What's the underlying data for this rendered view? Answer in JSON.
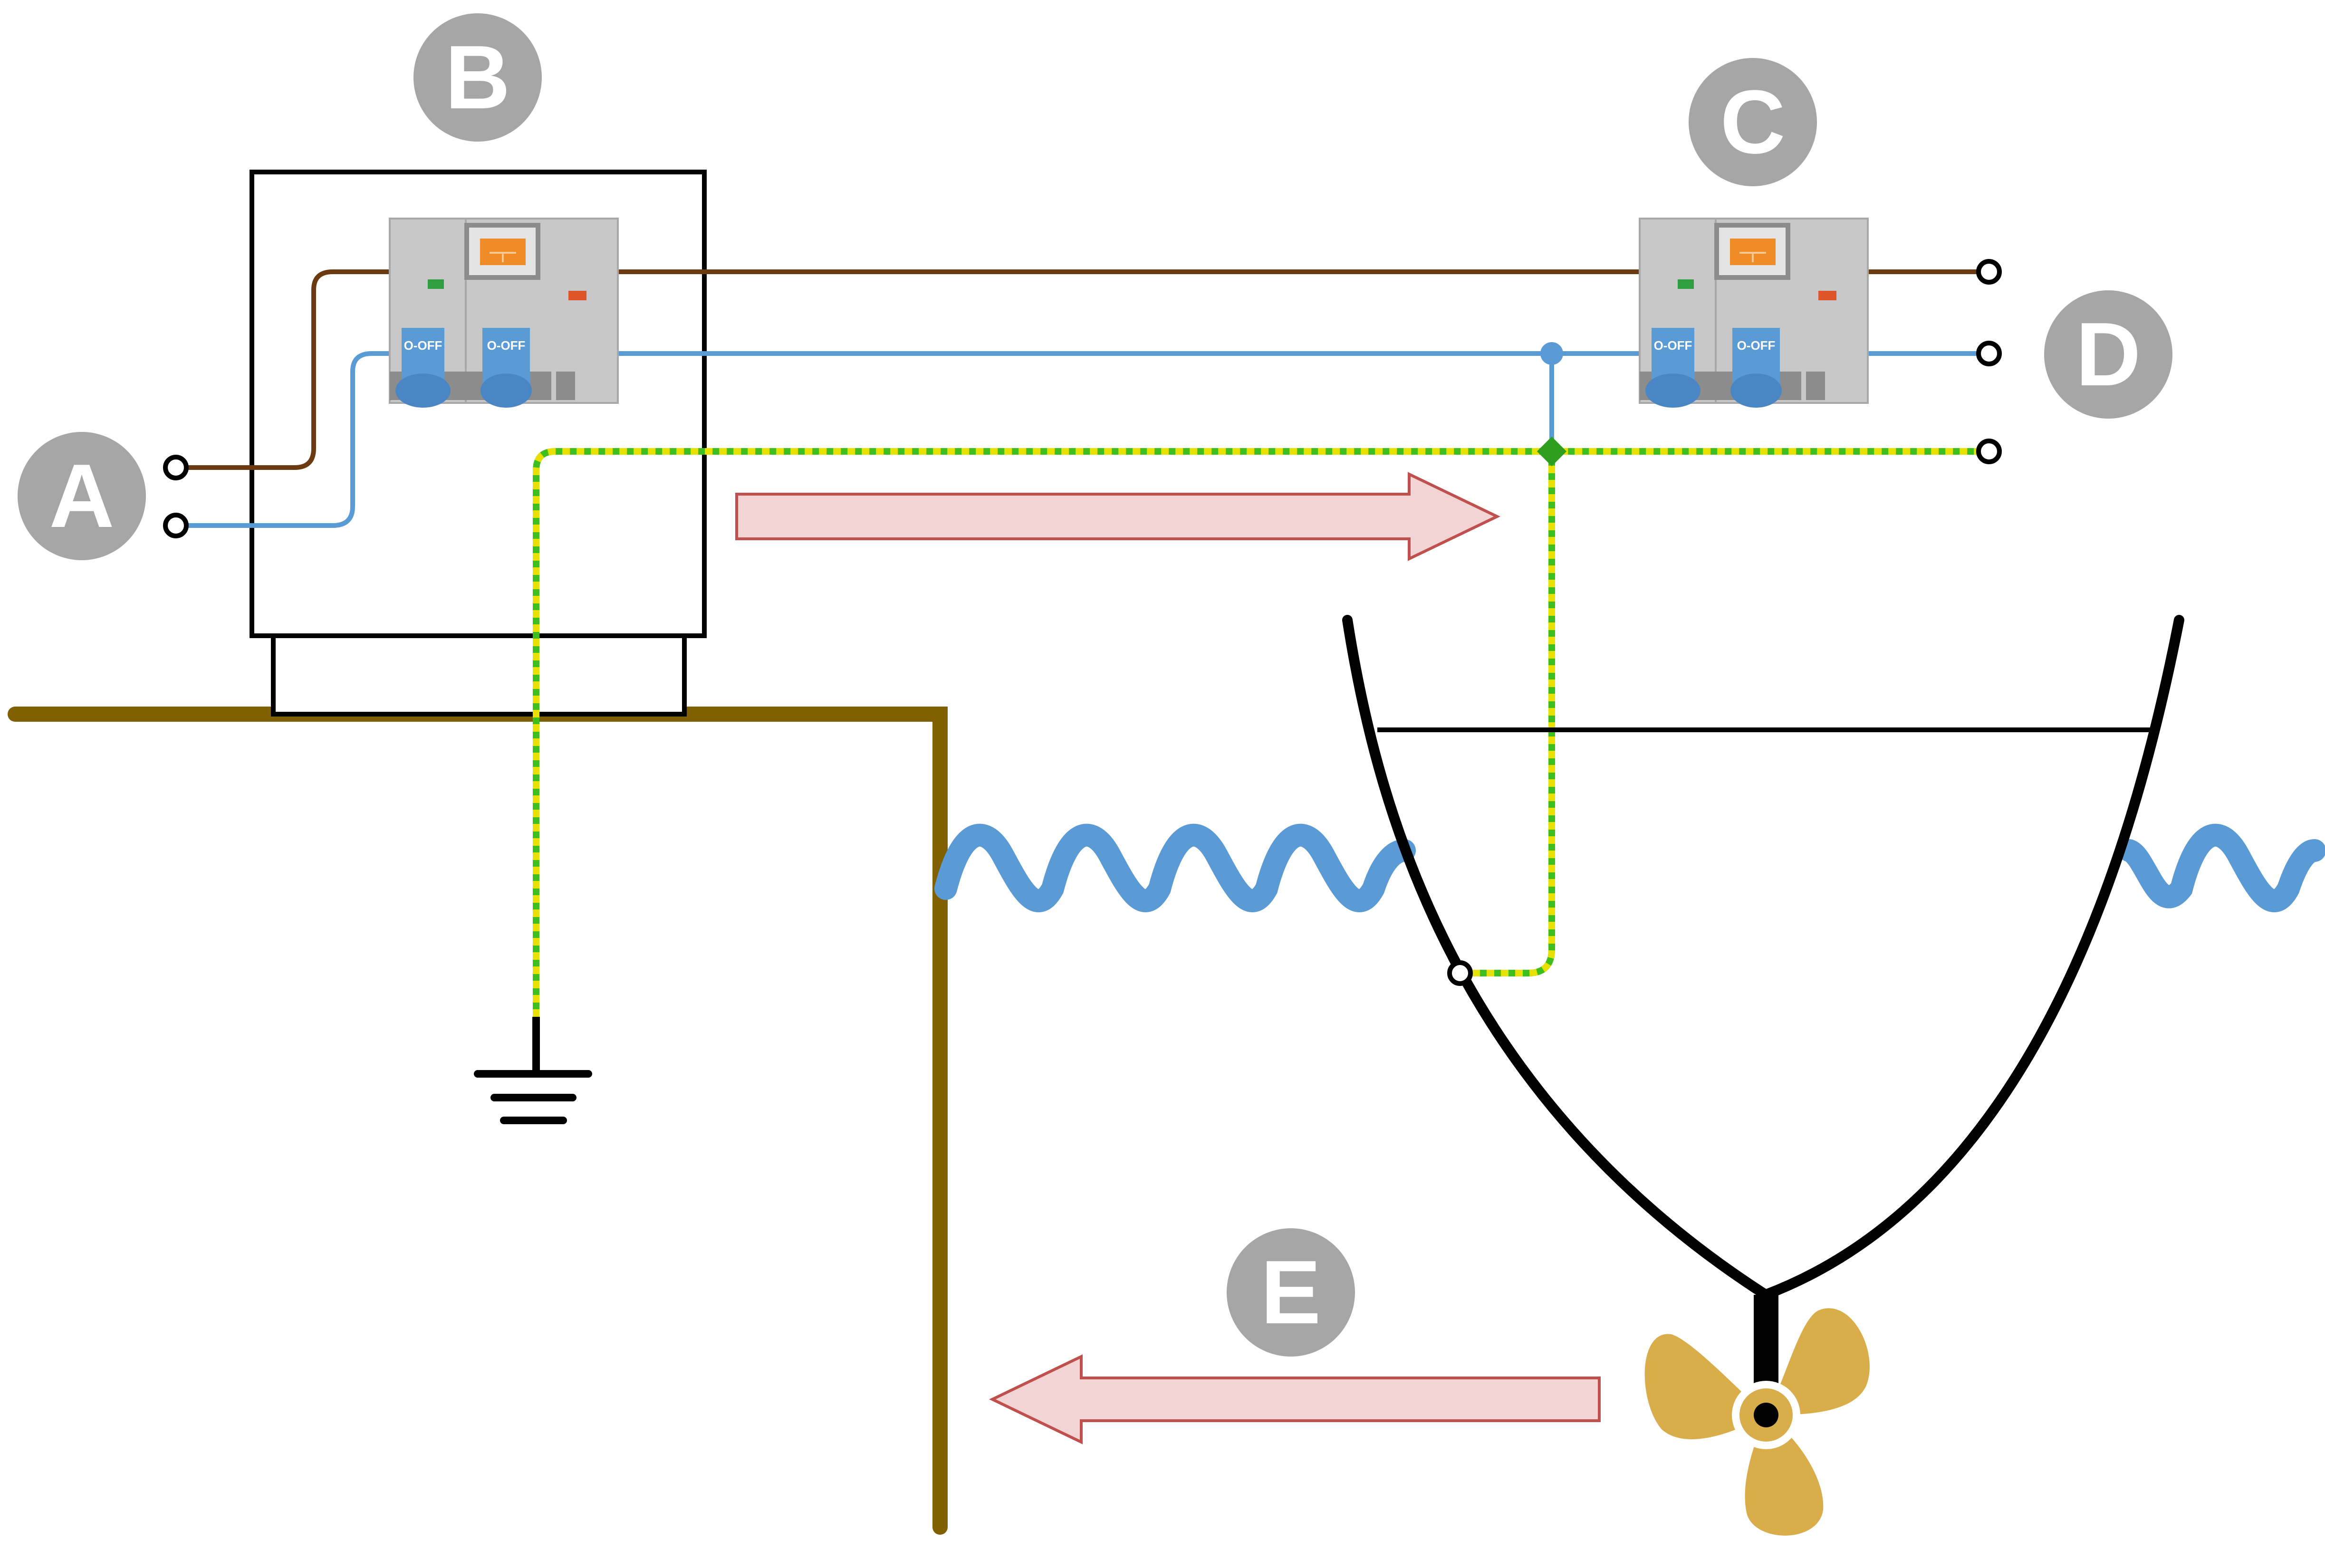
{
  "labels": {
    "a": "A",
    "b": "B",
    "c": "C",
    "d": "D",
    "e": "E"
  },
  "breaker_switch_text": "O-OFF",
  "colors": {
    "live_wire": "#6b3a10",
    "neutral_wire": "#5b9bd5",
    "earth_wire_green": "#3fbf1f",
    "earth_wire_yellow": "#e8e000",
    "ground_shore": "#806000",
    "water": "#5b9bd5",
    "label_badge": "#a6a6a6",
    "arrow_fill": "#f2d4d4",
    "arrow_stroke": "#c0504d",
    "propeller": "#d9ad49",
    "breaker_body": "#c8c8c8",
    "breaker_switch": "#5b9bd5",
    "breaker_window": "#f08c28"
  },
  "icons": {
    "ground": "earth-ground-icon",
    "propeller": "propeller-icon",
    "breaker": "circuit-breaker-icon"
  }
}
